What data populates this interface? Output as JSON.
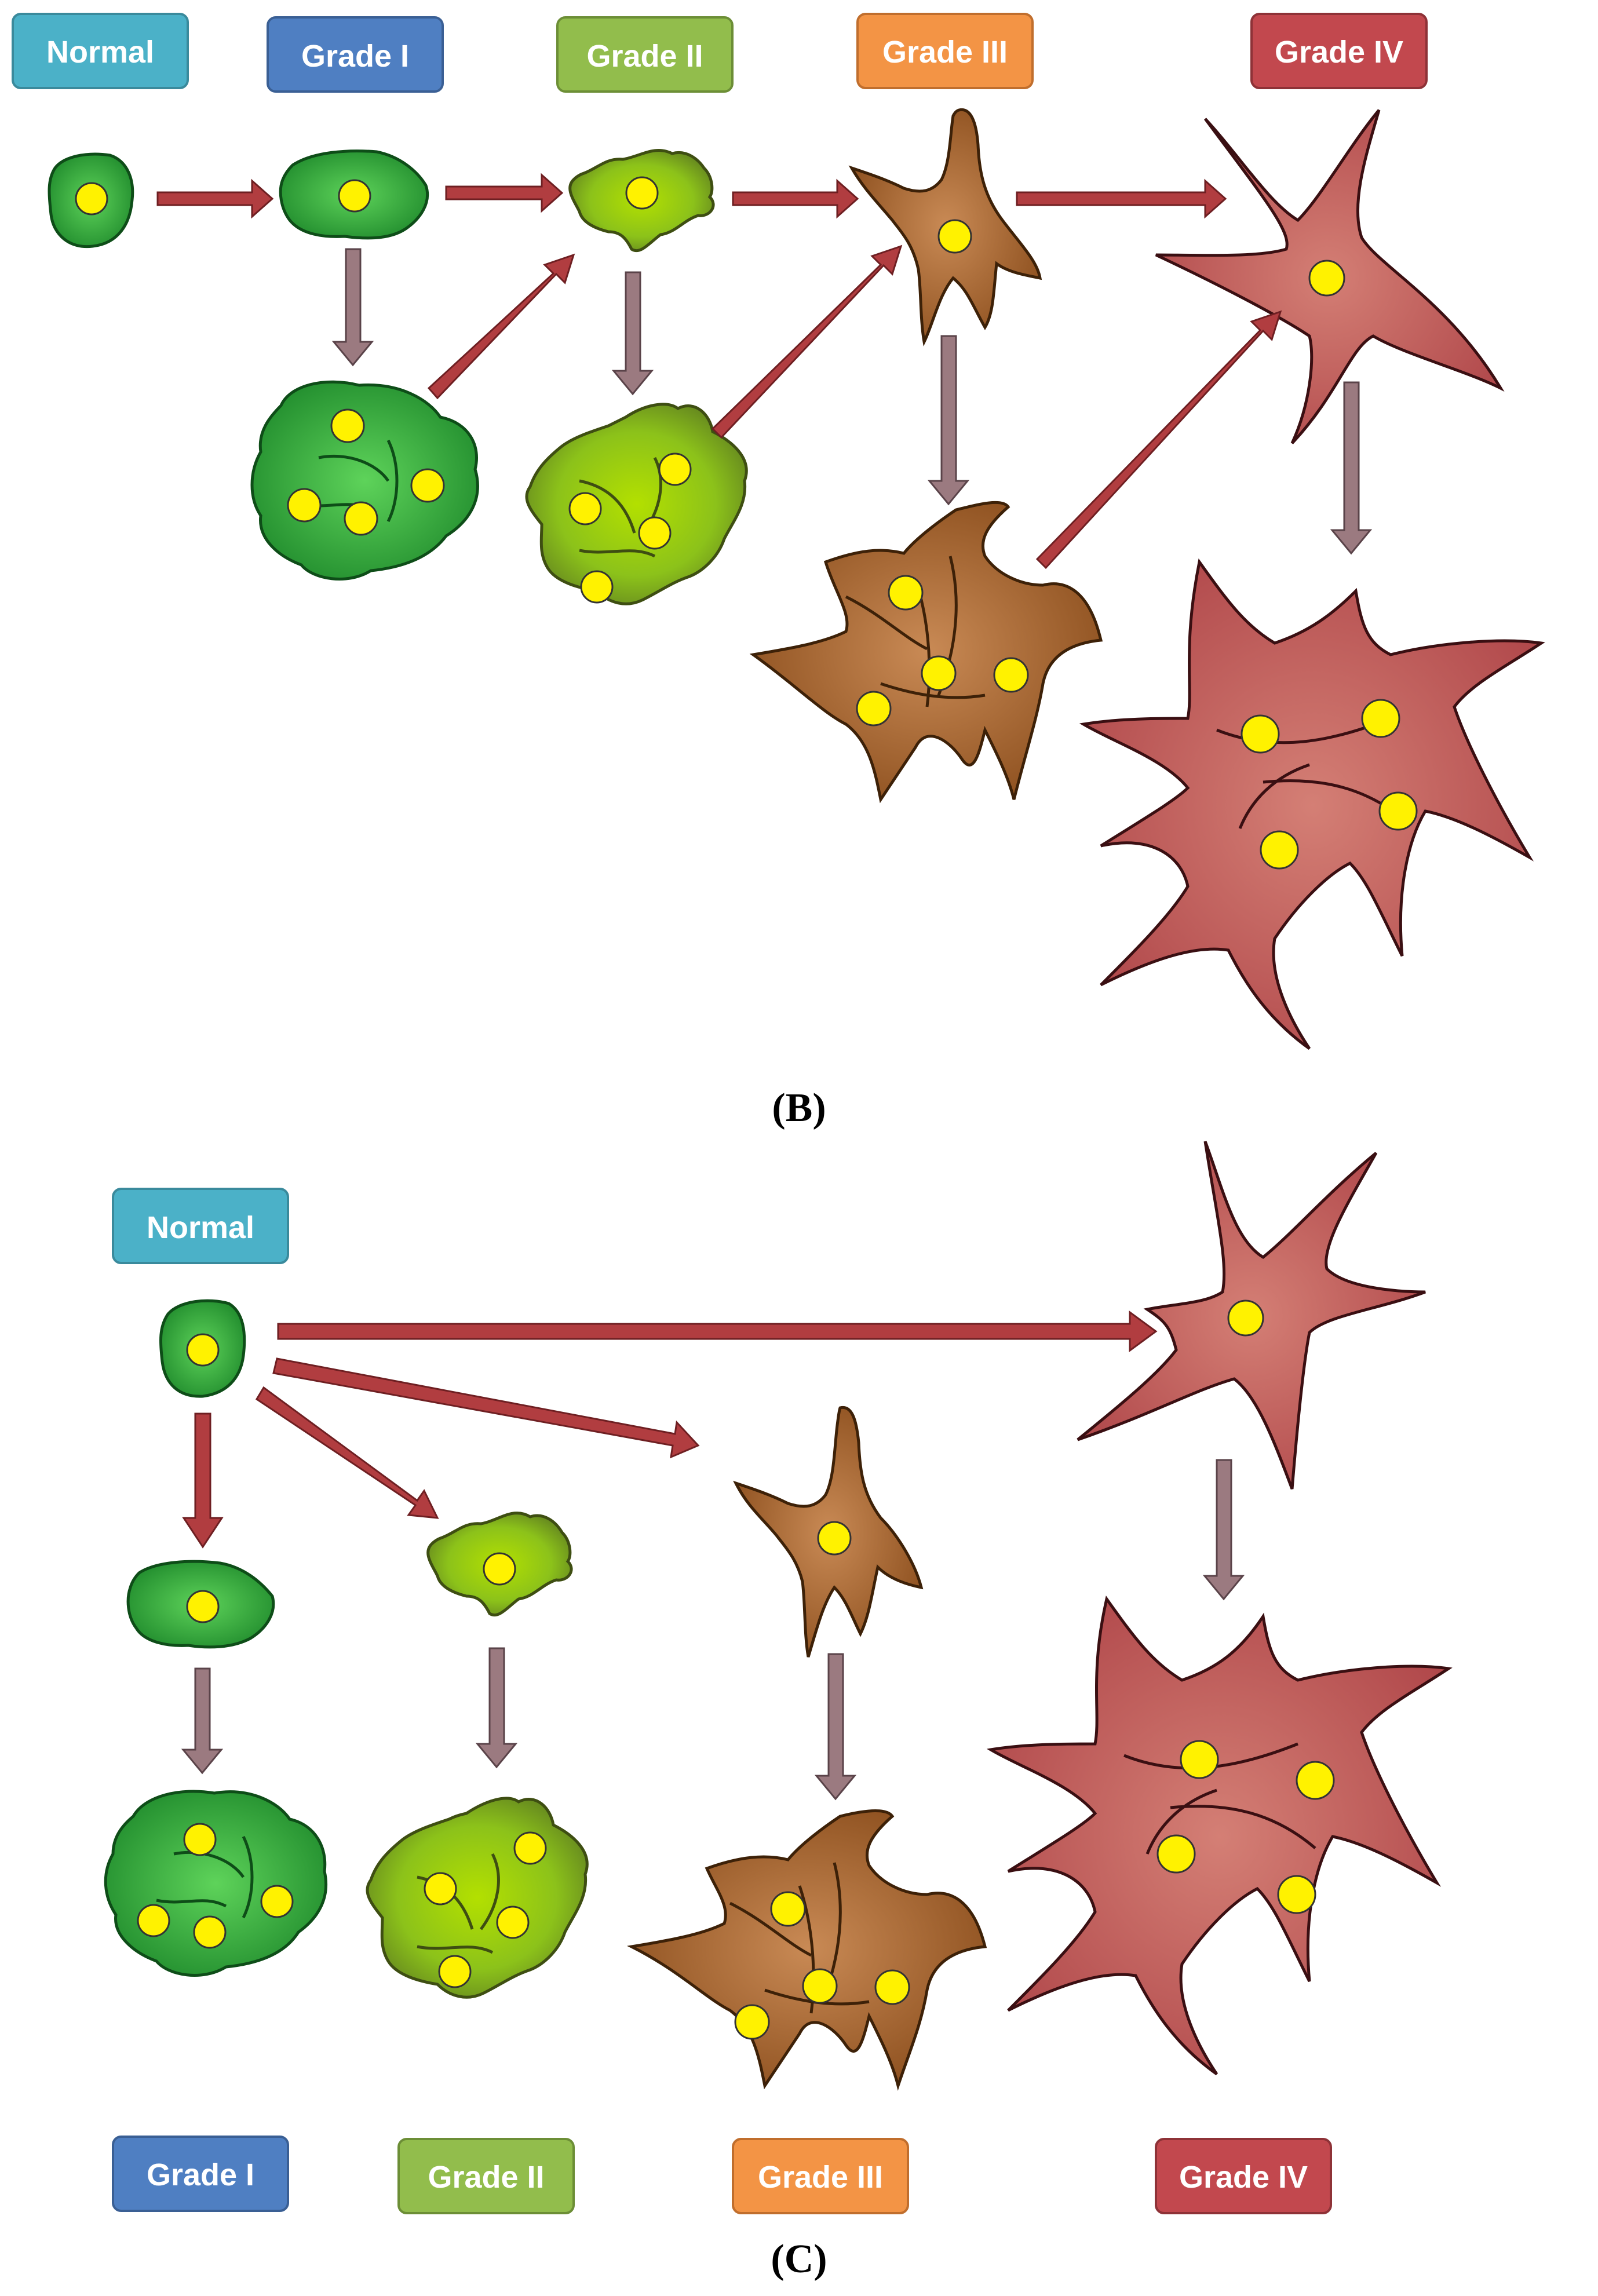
{
  "panel_b": {
    "caption": "B",
    "labels": {
      "normal": "Normal",
      "grade1": "Grade I",
      "grade2": "Grade II",
      "grade3": "Grade III",
      "grade4": "Grade IV"
    }
  },
  "panel_c": {
    "caption": "C",
    "labels": {
      "normal": "Normal",
      "grade1": "Grade I",
      "grade2": "Grade II",
      "grade3": "Grade III",
      "grade4": "Grade IV"
    }
  },
  "colors": {
    "normal_label": "#4bb1c8",
    "grade1_label": "#4f7fc2",
    "grade2_label": "#92bd4c",
    "grade3_label": "#f39445",
    "grade4_label": "#c2484e",
    "progression_arrow": "#b13d40",
    "expansion_arrow": "#9b7a80",
    "nucleus": "#fff200"
  }
}
